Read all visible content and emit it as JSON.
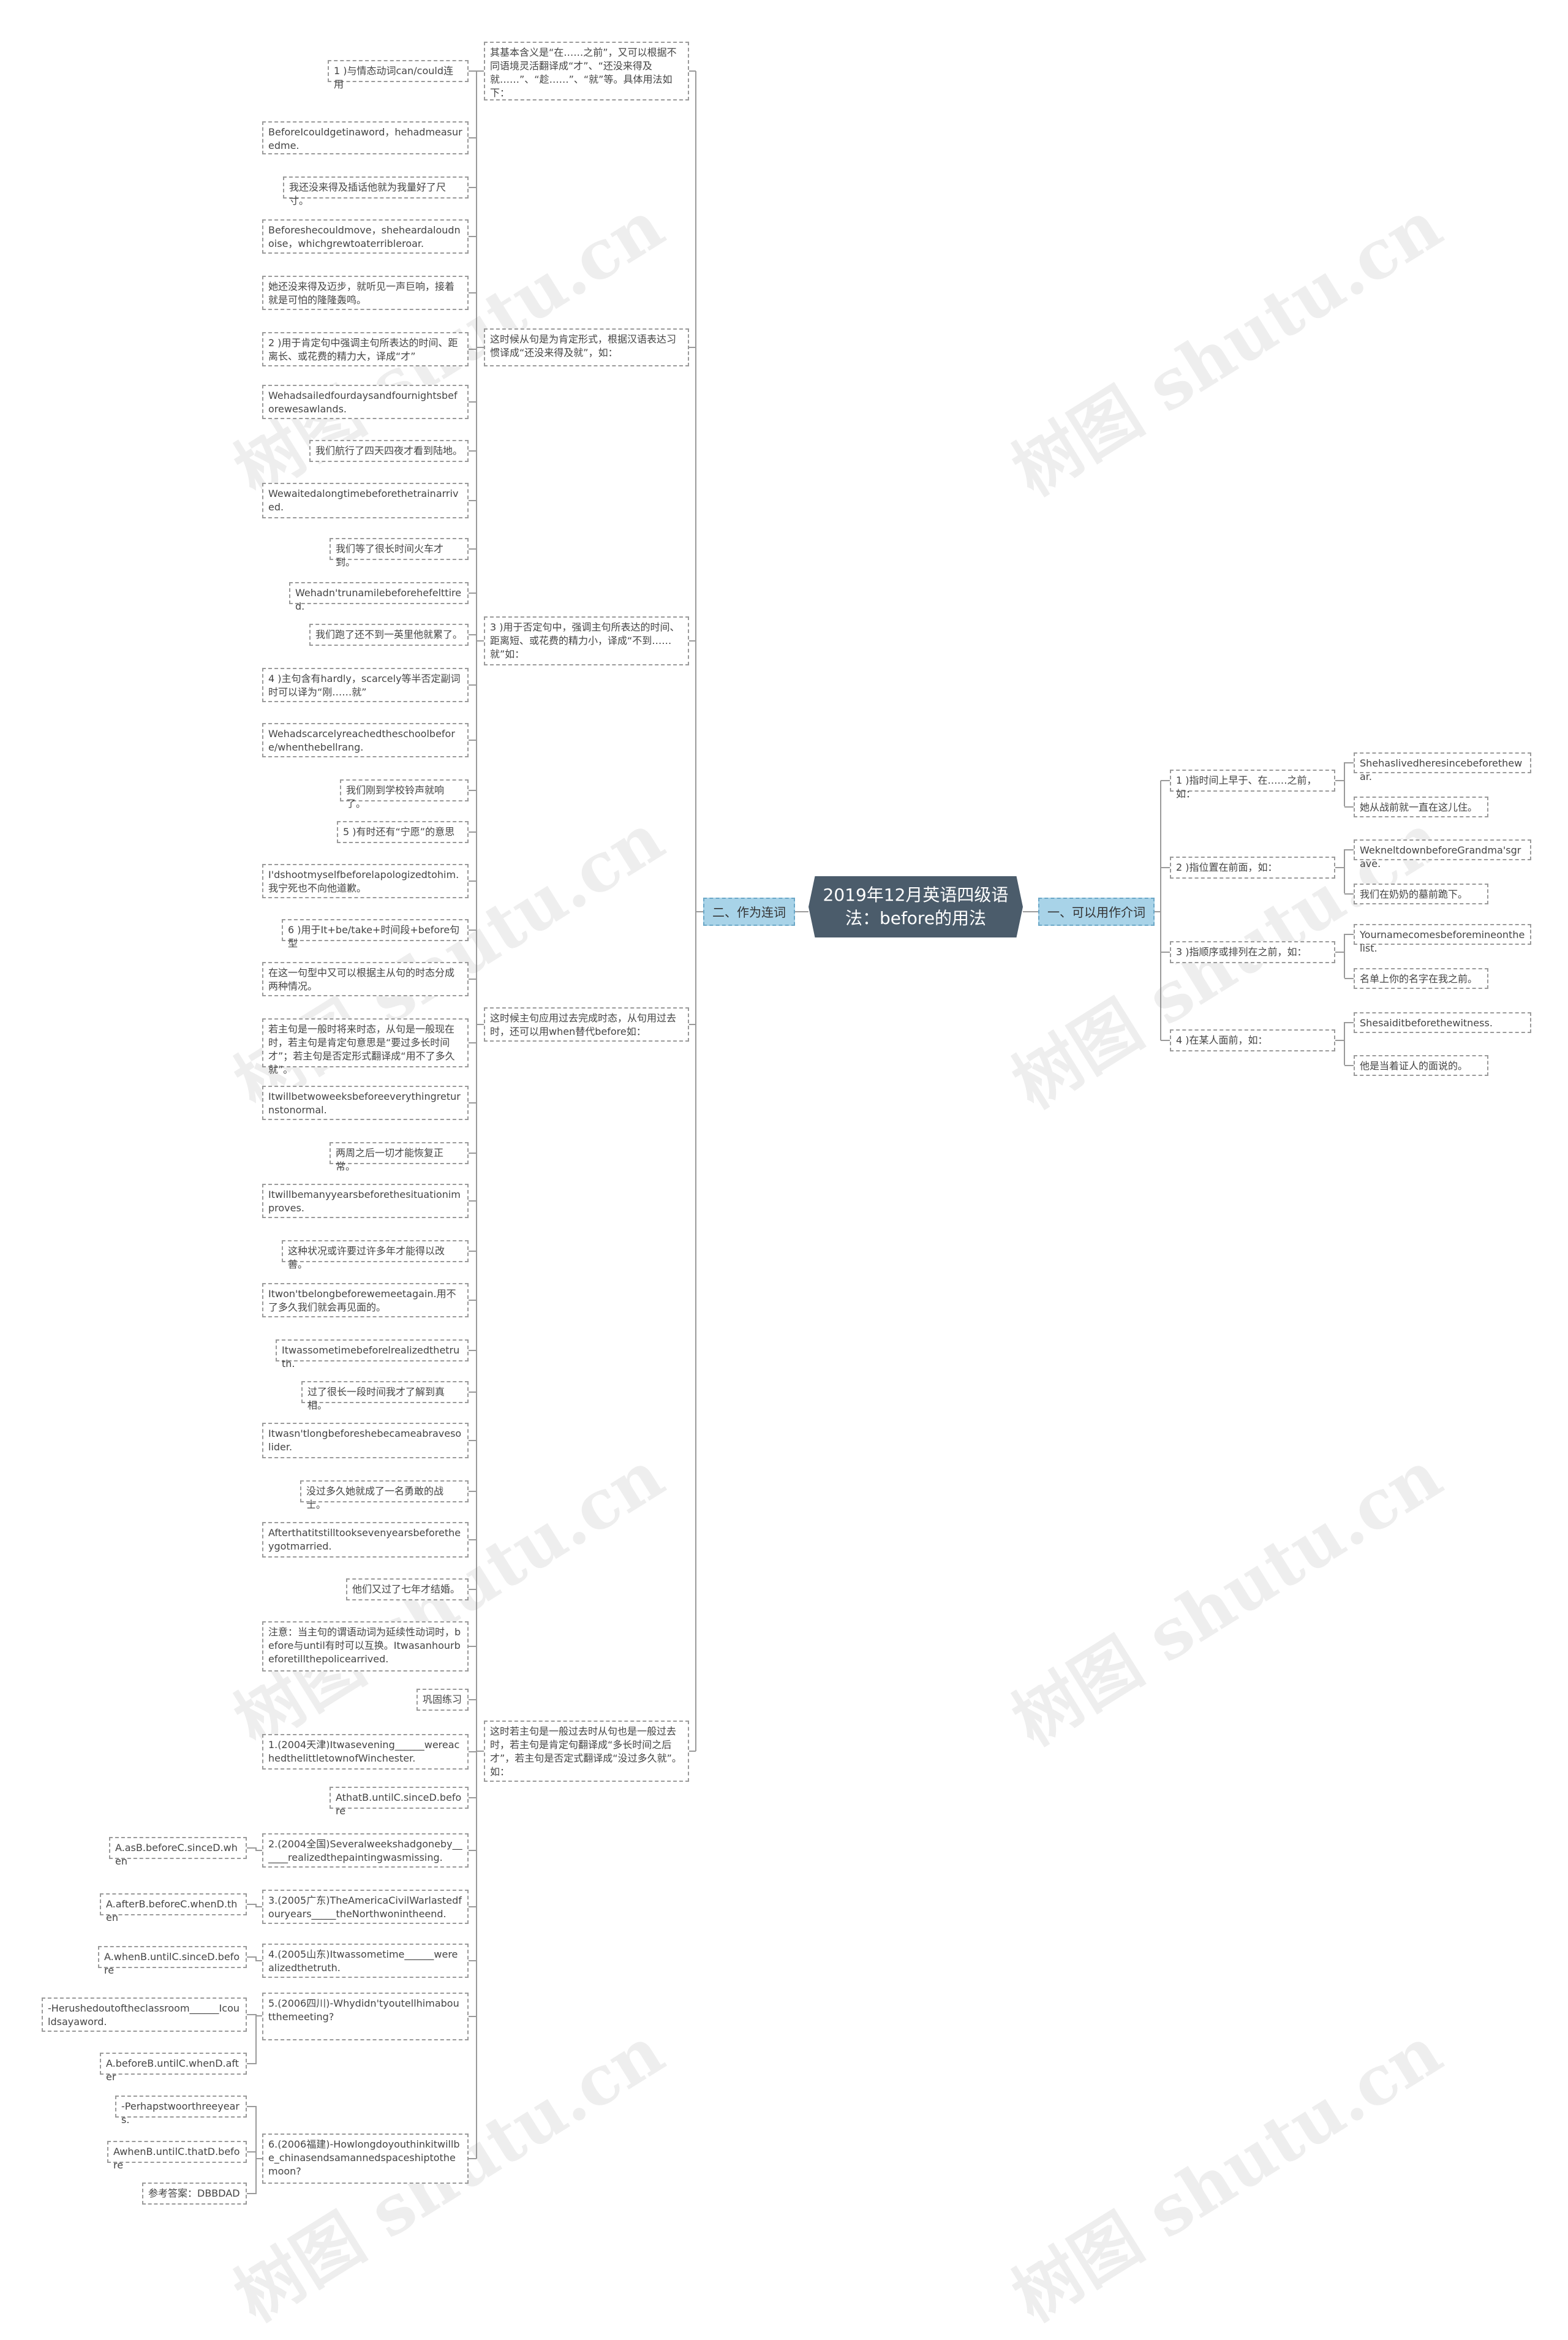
{
  "root": "2019年12月英语四级语法：before的用法",
  "watermark": "树图 shutu.cn",
  "colors": {
    "root_bg": "#4b5c6b",
    "branch_bg": "#a8d3e8",
    "line": "#9a9a9a"
  },
  "right_branch": {
    "label": "一、可以用作介词",
    "items": [
      {
        "label": "1 )指时间上早于、在……之前，如：",
        "children": [
          "Shehaslivedheresincebeforethewar.",
          "她从战前就一直在这儿住。"
        ]
      },
      {
        "label": "2 )指位置在前面，如：",
        "children": [
          "WekneltdownbeforeGrandma'sgrave.",
          "我们在奶奶的墓前跪下。"
        ]
      },
      {
        "label": "3 )指顺序或排列在之前，如：",
        "children": [
          "Yournamecomesbeforemineonthelist.",
          "名单上你的名字在我之前。"
        ]
      },
      {
        "label": "4 )在某人面前，如：",
        "children": [
          "Shesaiditbeforethewitness.",
          "他是当着证人的面说的。"
        ]
      }
    ]
  },
  "left_branch": {
    "label": "二、作为连词",
    "groups": [
      {
        "label": "其基本含义是“在……之前”，又可以根据不同语境灵活翻译成“才”、“还没来得及就……”、“趁……”、“就”等。具体用法如下：",
        "items": [
          "1 )与情态动词can/could连用"
        ]
      },
      {
        "label": "这时候从句是为肯定形式，根据汉语表达习惯译成“还没来得及就”，如：",
        "items": [
          "BeforeIcouldgetinaword，hehadmeasuredme.",
          "我还没来得及插话他就为我量好了尺寸。",
          "Beforeshecouldmove，sheheardaloudnoise，whichgrewtoaterribleroar.",
          "她还没来得及迈步，就听见一声巨响，接着就是可怕的隆隆轰鸣。",
          "2 )用于肯定句中强调主句所表达的时间、距离长、或花费的精力大，译成“才”",
          "Wehadsailedfourdaysandfournightsbeforewesawlands.",
          "我们航行了四天四夜才看到陆地。",
          "Wewaitedalongtimebeforethetrainarrived.",
          "我们等了很长时间火车才到。"
        ]
      },
      {
        "label": "3 )用于否定句中，强调主句所表达的时间、距离短、或花费的精力小，译成“不到……就”如：",
        "items": [
          "Wehadn'trunamilebeforehefelttired.",
          "我们跑了还不到一英里他就累了。",
          "4 )主句含有hardly，scarcely等半否定副词时可以译为“刚……就”",
          "Wehadscarcelyreachedtheschoolbefore/whenthebellrang.",
          "我们刚到学校铃声就响了。",
          "5 )有时还有“宁愿”的意思",
          "I'dshootmyselfbeforelapologizedtohim.我宁死也不向他道歉。",
          "6 )用于It+be/take+时间段+before句型",
          "在这一句型中又可以根据主从句的时态分成两种情况。",
          "若主句是一般时将来时态，从句是一般现在时，若主句是肯定句意思是“要过多长时间才”；若主句是否定形式翻译成“用不了多久就”。"
        ]
      },
      {
        "label": "这时候主句应用过去完成时态，从句用过去时，还可以用when替代before如：",
        "items": [
          "Itwillbetwoweeksbeforeeverythingreturnstonormal.",
          "两周之后一切才能恢复正常。",
          "Itwillbemanyyearsbeforethesituationimproves.",
          "这种状况或许要过许多年才能得以改善。",
          "Itwon'tbelongbeforewemeetagain.用不了多久我们就会再见面的。"
        ]
      },
      {
        "label": "这时若主句是一般过去时从句也是一般过去时，若主句是肯定句翻译成“多长时间之后才”，若主句是否定式翻译成“没过多久就”。如：",
        "items": [
          "Itwassometimebeforelrealizedthetruth.",
          "过了很长一段时间我才了解到真相。",
          "Itwasn'tlongbeforeshebecameabravesolider.",
          "没过多久她就成了一名勇敢的战士。",
          "Afterthatitstilltooksevenyearsbeforetheygotmarried.",
          "他们又过了七年才结婚。",
          "注意：当主句的谓语动词为延续性动词时，before与until有时可以互换。Itwasanhourbeforetillthepolicearrived.",
          "巩固练习",
          "1.(2004天津)Itwasevening______wereachedthelittletownofWinchester.",
          "AthatB.untilC.sinceD.before",
          "2.(2004全国)Severalweekshadgoneby______realizedthepaintingwasmissing.",
          "3.(2005广东)TheAmericaCivilWarlastedfouryears_____theNorthwonintheend.",
          "4.(2005山东)Itwassometime______werealizedthetruth.",
          "5.(2006四川)-Whydidn'tyoutellhimaboutthemeeting?",
          "6.(2006福建)-Howlongdoyouthinkitwillbe_chinasendsamannedspaceshiptothemoon?"
        ]
      }
    ],
    "answers": [
      "A.asB.beforeC.sinceD.when",
      "A.afterB.beforeC.whenD.then",
      "A.whenB.untilC.sinceD.before",
      "-Herushedoutoftheclassroom______Icouldsayaword.",
      "A.beforeB.untilC.whenD.after",
      "-Perhapstwoorthreeyears.",
      "AwhenB.untilC.thatD.before",
      "参考答案：DBBDAD"
    ]
  }
}
